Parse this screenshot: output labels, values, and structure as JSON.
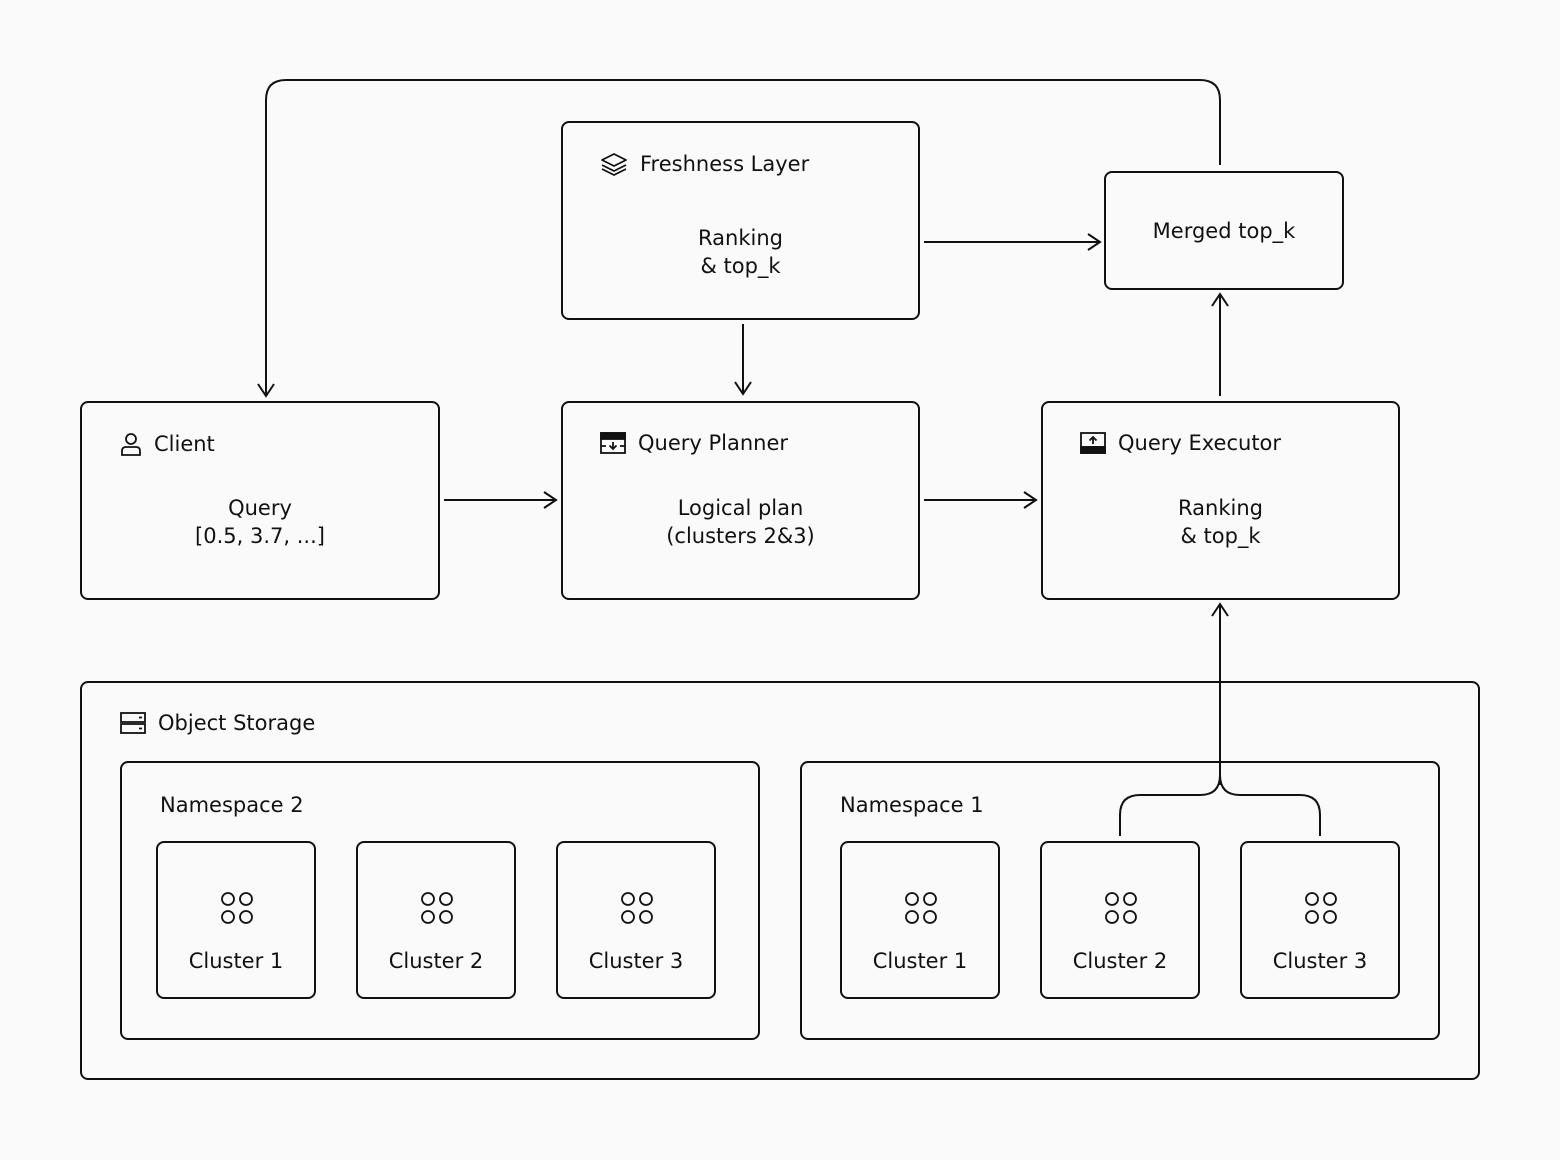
{
  "client": {
    "title": "Client",
    "lines": [
      "Query",
      "[0.5, 3.7, ...]"
    ],
    "icon": "user-icon"
  },
  "query_planner": {
    "title": "Query Planner",
    "lines": [
      "Logical plan",
      "(clusters 2&3)"
    ],
    "icon": "planner-icon"
  },
  "query_executor": {
    "title": "Query Executor",
    "lines": [
      "Ranking",
      "& top_k"
    ],
    "icon": "executor-icon"
  },
  "freshness_layer": {
    "title": "Freshness Layer",
    "lines": [
      "Ranking",
      "& top_k"
    ],
    "icon": "layers-icon"
  },
  "merged": {
    "label": "Merged top_k"
  },
  "object_storage": {
    "title": "Object Storage",
    "icon": "storage-icon",
    "namespaces": [
      {
        "label": "Namespace 2",
        "clusters": [
          "Cluster 1",
          "Cluster 2",
          "Cluster 3"
        ]
      },
      {
        "label": "Namespace 1",
        "clusters": [
          "Cluster 1",
          "Cluster 2",
          "Cluster 3"
        ]
      }
    ]
  },
  "colors": {
    "stroke": "#111111",
    "background": "#fafafa"
  }
}
